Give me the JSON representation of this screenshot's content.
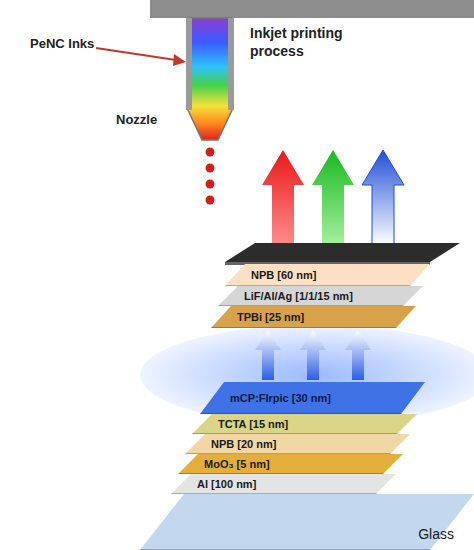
{
  "diagram": {
    "nodes": [
      {
        "text": [
          "NPB [60 nm]"
        ]
      },
      {
        "text": [
          "LiF/Al/Ag [1/1/15 nm]"
        ]
      },
      {
        "text": [
          "TPBi [25 nm]"
        ]
      },
      {
        "text": [
          "mCP:FIrpic [30 nm]"
        ]
      },
      {
        "text": [
          "TCTA [15 nm]"
        ]
      },
      {
        "text": [
          "NPB [20 nm]"
        ]
      },
      {
        "text": [
          "MoO₃ [5 nm]"
        ]
      },
      {
        "text": [
          "Al [100 nm]"
        ]
      },
      {
        "text": [
          "Glass"
        ]
      }
    ],
    "labels": [
      "PeNC Inks",
      "Inkjet printing process",
      "Nozzle"
    ]
  }
}
